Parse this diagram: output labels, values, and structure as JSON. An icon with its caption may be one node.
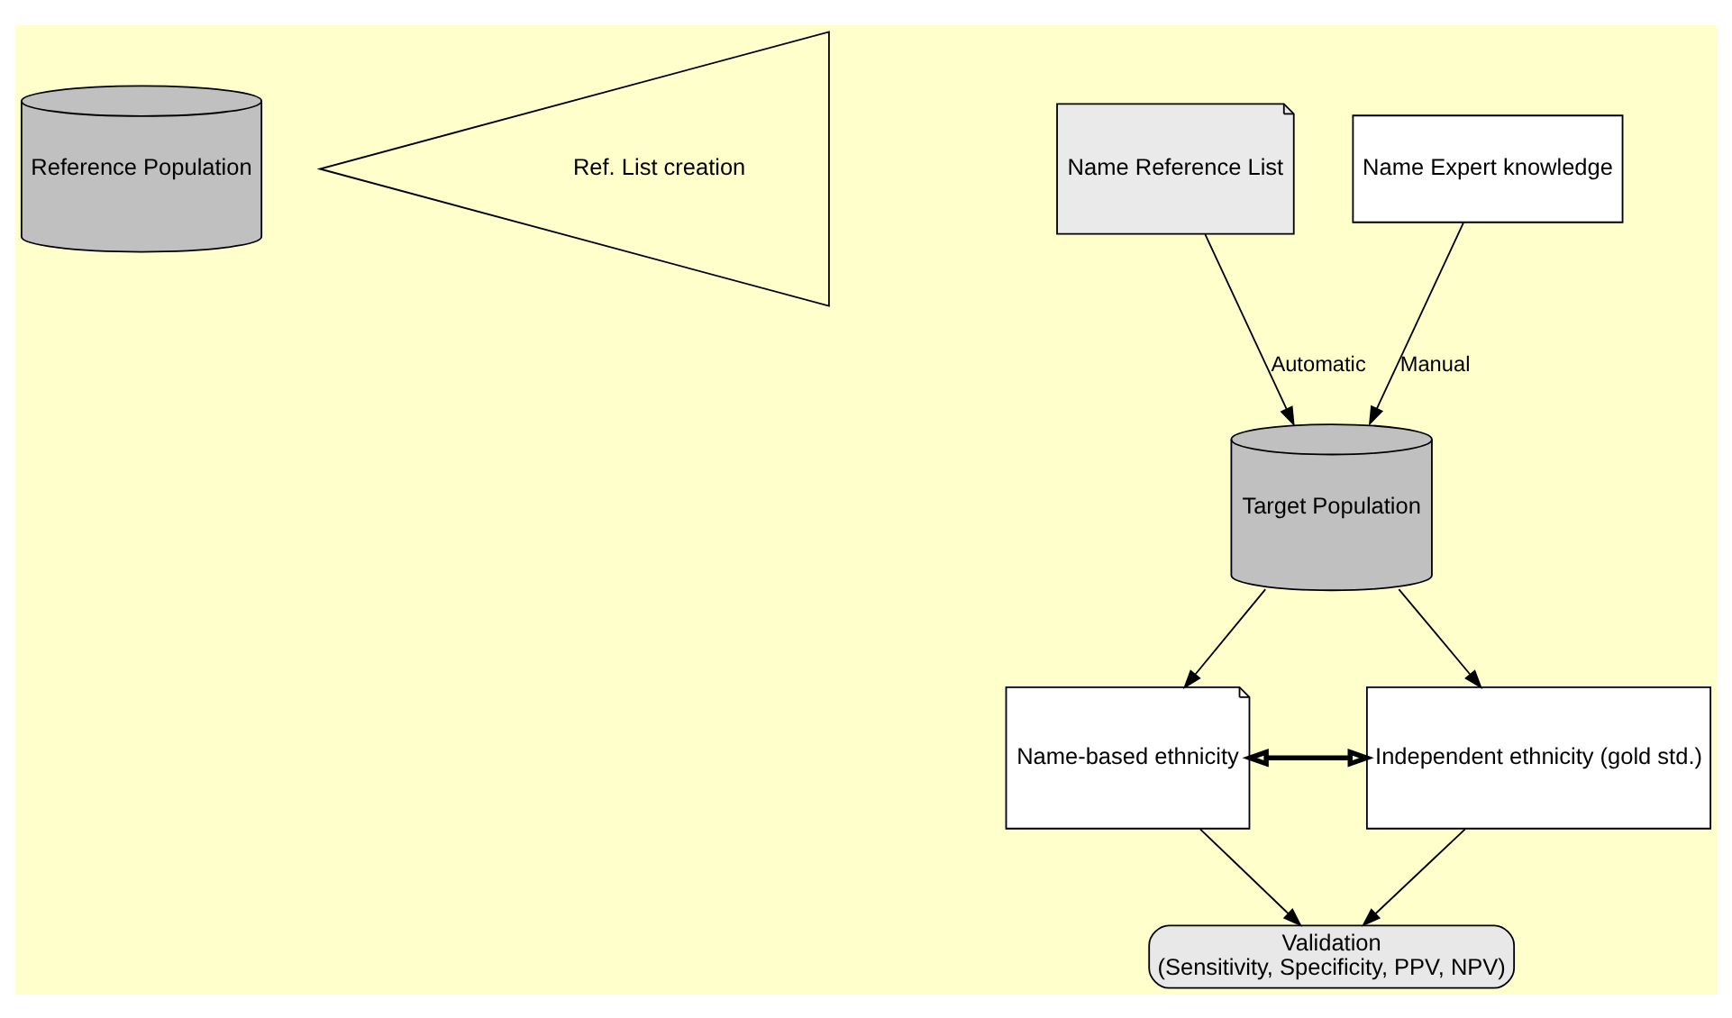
{
  "diagram": {
    "nodes": [
      {
        "text": [
          "Reference Population"
        ]
      },
      {
        "text": [
          "Ref. List creation"
        ]
      },
      {
        "text": [
          "Name Reference List"
        ]
      },
      {
        "text": [
          "Name Expert knowledge"
        ]
      },
      {
        "text": [
          "Target Population"
        ]
      },
      {
        "text": [
          "Name-based ethnicity"
        ]
      },
      {
        "text": [
          "Independent ethnicity (gold std.)"
        ]
      },
      {
        "text": [
          "Validation",
          "(Sensitivity, Specificity, PPV, NPV)"
        ]
      }
    ],
    "edges": [
      {
        "from": 2,
        "to": 4,
        "arrow": "to",
        "label": "Automatic"
      },
      {
        "from": 3,
        "to": 4,
        "arrow": "to",
        "label": "Manual"
      },
      {
        "from": 4,
        "to": 5,
        "arrow": "to"
      },
      {
        "from": 4,
        "to": 6,
        "arrow": "to"
      },
      {
        "from": 5,
        "to": 6,
        "arrow": "both",
        "style": "thick"
      },
      {
        "from": 5,
        "to": 7,
        "arrow": "to"
      },
      {
        "from": 6,
        "to": 7,
        "arrow": "to"
      }
    ]
  }
}
